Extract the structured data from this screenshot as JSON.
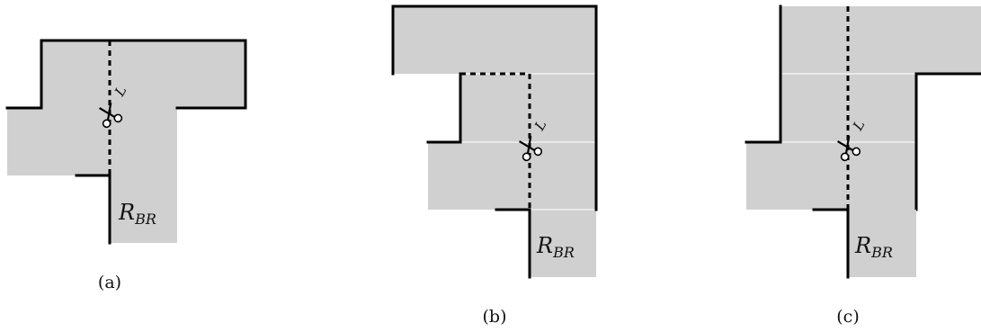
{
  "panels": [
    {
      "caption": "(a)",
      "region_main": "R",
      "region_sub": "BR",
      "scissor_label": "L"
    },
    {
      "caption": "(b)",
      "region_main": "R",
      "region_sub": "BR",
      "scissor_label": "L"
    },
    {
      "caption": "(c)",
      "region_main": "R",
      "region_sub": "BR",
      "scissor_label": "L"
    }
  ],
  "icons": [
    "scissors-icon"
  ]
}
